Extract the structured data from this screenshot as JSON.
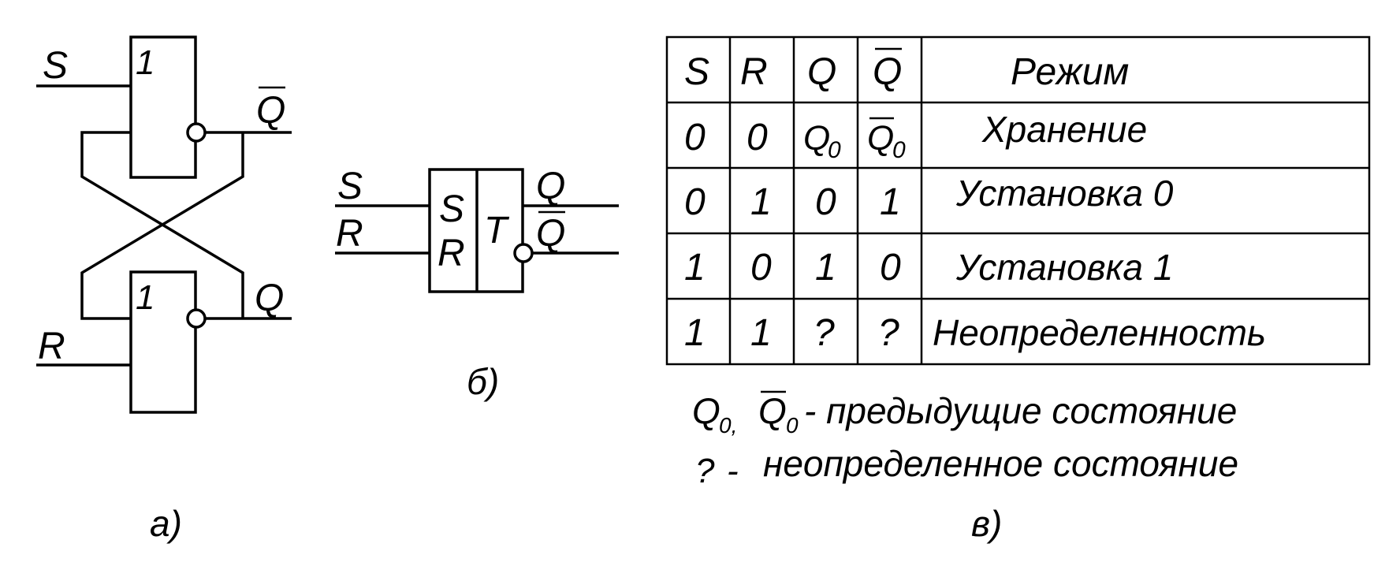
{
  "diagram_a": {
    "gate_top_label": "1",
    "gate_bottom_label": "1",
    "input_s": "S",
    "input_r": "R",
    "output_qbar": "Q",
    "output_q": "Q",
    "caption": "а)"
  },
  "diagram_b": {
    "input_s": "S",
    "input_r": "R",
    "box_s": "S",
    "box_r": "R",
    "box_t": "T",
    "output_q": "Q",
    "output_qbar": "Q",
    "caption": "б)"
  },
  "truth_table": {
    "headers": [
      "S",
      "R",
      "Q",
      "Q",
      "Режим"
    ],
    "rows": [
      {
        "s": "0",
        "r": "0",
        "q": "Q",
        "q_sub": "0",
        "qbar": "Q",
        "qbar_sub": "0",
        "mode": "Хранение"
      },
      {
        "s": "0",
        "r": "1",
        "q": "0",
        "qbar": "1",
        "mode": "Установка 0"
      },
      {
        "s": "1",
        "r": "0",
        "q": "1",
        "qbar": "0",
        "mode": "Установка 1"
      },
      {
        "s": "1",
        "r": "1",
        "q": "?",
        "qbar": "?",
        "mode": "Неопределенность"
      }
    ]
  },
  "legend": {
    "line1_q": "Q",
    "line1_q_sub": "0,",
    "line1_qbar": "Q",
    "line1_qbar_sub": "0",
    "line1_text": "- предыдущие состояние",
    "line2_symbol": "?",
    "line2_dash": "-",
    "line2_text": "неопределенное состояние"
  },
  "caption_c": "в)"
}
